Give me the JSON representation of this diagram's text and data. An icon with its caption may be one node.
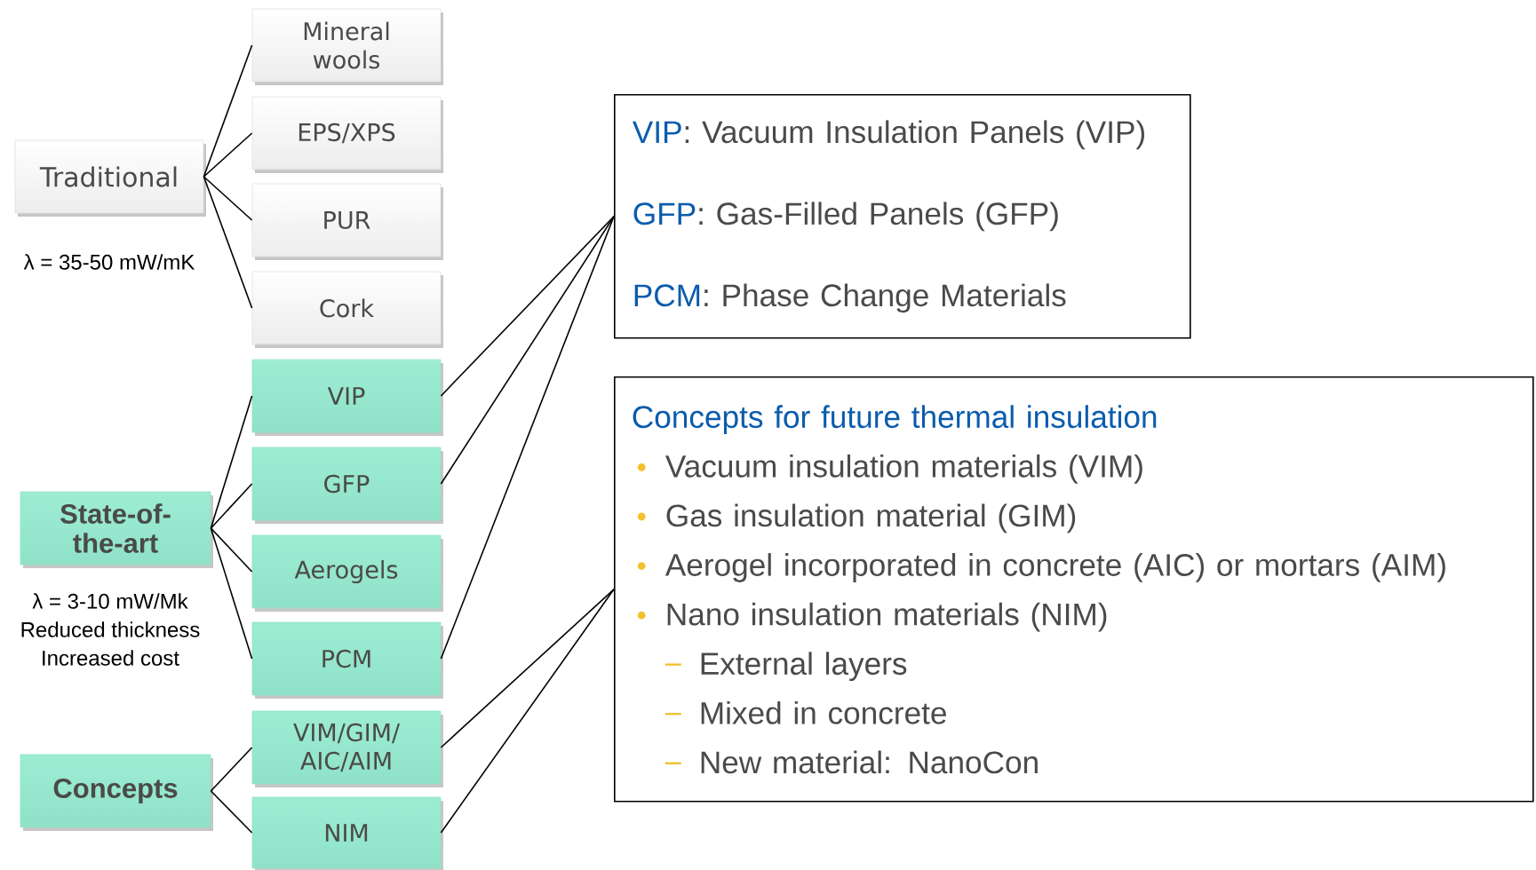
{
  "diagram": {
    "nodes": [
      {
        "text": [
          "Traditional"
        ],
        "beside": [
          "λ = 35-50 mW/mK"
        ]
      },
      {
        "text": [
          "Mineral wools"
        ]
      },
      {
        "text": [
          "EPS/XPS"
        ]
      },
      {
        "text": [
          "PUR"
        ]
      },
      {
        "text": [
          "Cork"
        ]
      },
      {
        "text": [
          "State-of-the-art"
        ],
        "beside": [
          "λ = 3-10 mW/Mk",
          "Reduced thickness",
          "Increased cost"
        ]
      },
      {
        "text": [
          "VIP"
        ]
      },
      {
        "text": [
          "GFP"
        ]
      },
      {
        "text": [
          "Aerogels"
        ]
      },
      {
        "text": [
          "PCM"
        ]
      },
      {
        "text": [
          "Concepts"
        ]
      },
      {
        "text": [
          "VIM/GIM/AIC/AIM"
        ]
      },
      {
        "text": [
          "NIM"
        ]
      },
      {
        "text": [
          "VIP",
          ": Vacuum Insulation Panels (VIP)",
          "GFP",
          ": Gas-Filled Panels (GFP)",
          "PCM",
          ": Phase Change Materials"
        ]
      },
      {
        "text": [
          "Concepts for future thermal insulation",
          "Vacuum insulation materials (VIM)",
          "Gas insulation material (GIM)",
          "Aerogel incorporated in concrete (AIC) or mortars (AIM)",
          "Nano insulation materials (NIM)",
          "External layers",
          "Mixed in concrete",
          "New material: NanoCon"
        ]
      }
    ],
    "edges": [
      {
        "from": 0,
        "to": 1,
        "arrow": "none"
      },
      {
        "from": 0,
        "to": 2,
        "arrow": "none"
      },
      {
        "from": 0,
        "to": 3,
        "arrow": "none"
      },
      {
        "from": 0,
        "to": 4,
        "arrow": "none"
      },
      {
        "from": 5,
        "to": 6,
        "arrow": "none"
      },
      {
        "from": 5,
        "to": 7,
        "arrow": "none"
      },
      {
        "from": 5,
        "to": 8,
        "arrow": "none"
      },
      {
        "from": 5,
        "to": 9,
        "arrow": "none"
      },
      {
        "from": 10,
        "to": 11,
        "arrow": "none"
      },
      {
        "from": 10,
        "to": 12,
        "arrow": "none"
      },
      {
        "from": 6,
        "to": 13,
        "arrow": "none"
      },
      {
        "from": 7,
        "to": 13,
        "arrow": "none"
      },
      {
        "from": 9,
        "to": 13,
        "arrow": "none"
      },
      {
        "from": 11,
        "to": 14,
        "arrow": "none"
      },
      {
        "from": 12,
        "to": 14,
        "arrow": "none"
      }
    ]
  }
}
